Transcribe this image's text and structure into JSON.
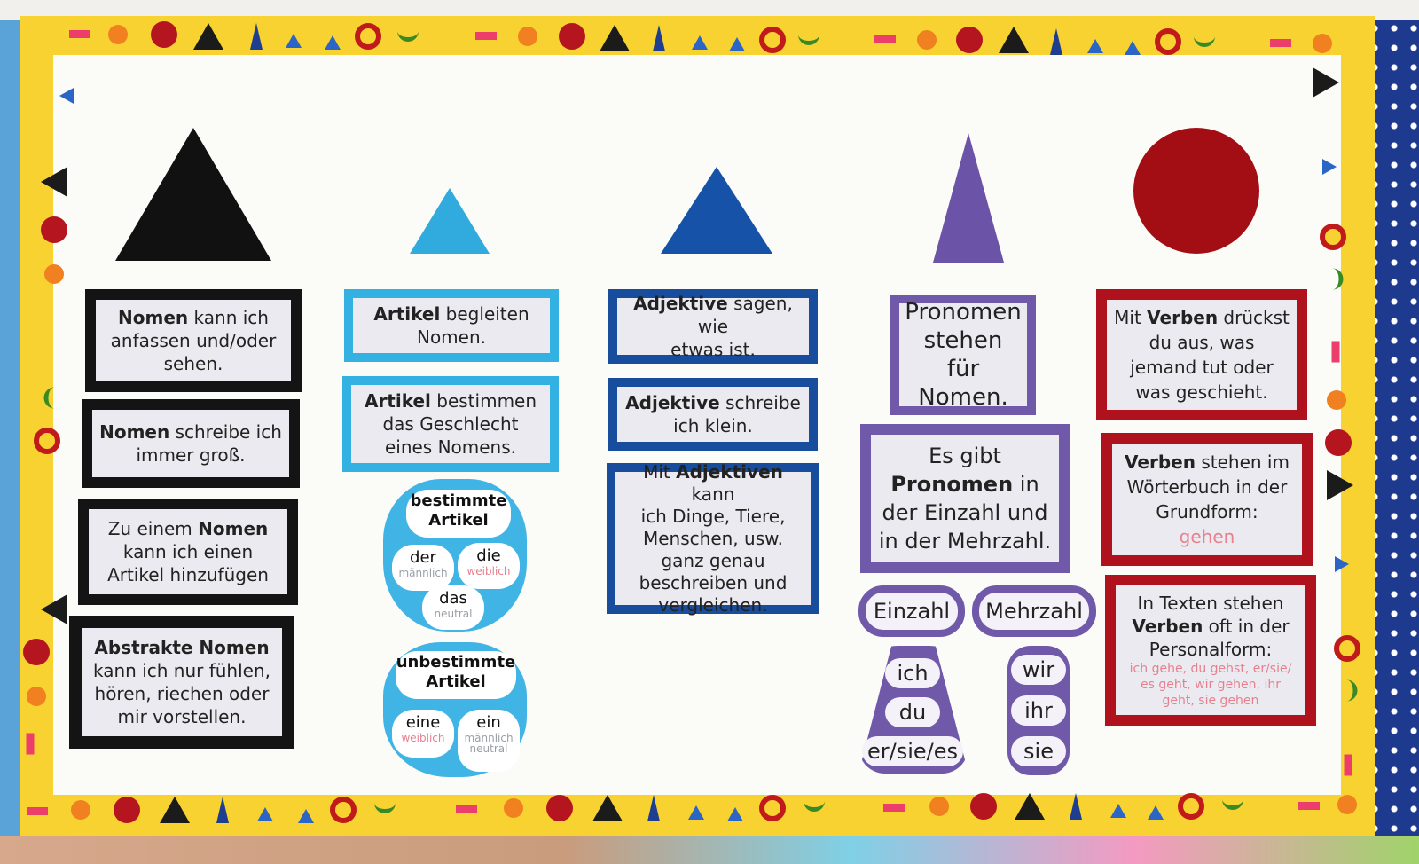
{
  "board": {
    "nomen": {
      "card1": {
        "bold": "Nomen",
        "rest1": " kann ich",
        "line2": "anfassen und/oder",
        "line3": "sehen."
      },
      "card2": {
        "bold": "Nomen",
        "rest1": " schreibe ich",
        "line2": "immer groß."
      },
      "card3": {
        "line1a": "Zu einem ",
        "bold": "Nomen",
        "line2": "kann ich einen",
        "line3": "Artikel hinzufügen"
      },
      "card4": {
        "bold": "Abstrakte Nomen",
        "line2": "kann ich nur fühlen,",
        "line3": "hören, riechen oder",
        "line4": "mir vorstellen."
      }
    },
    "artikel": {
      "card1": {
        "bold": "Artikel",
        "rest1": " begleiten",
        "line2": "Nomen."
      },
      "card2": {
        "bold": "Artikel",
        "rest1": " bestimmen",
        "line2": "das Geschlecht",
        "line3": "eines Nomens."
      },
      "bestimmte": {
        "title1": "bestimmte",
        "title2": "Artikel",
        "items": [
          {
            "word": "der",
            "gender": "männlich"
          },
          {
            "word": "die",
            "gender": "weiblich"
          },
          {
            "word": "das",
            "gender": "neutral"
          }
        ]
      },
      "unbestimmte": {
        "title1": "unbestimmte",
        "title2": "Artikel",
        "items": [
          {
            "word": "eine",
            "gender": "weiblich"
          },
          {
            "word": "ein",
            "gender": "männlich",
            "gender2": "neutral"
          }
        ]
      }
    },
    "adjektive": {
      "card1": {
        "bold": "Adjektive",
        "rest1": " sagen, wie",
        "line2": "etwas ist."
      },
      "card2": {
        "bold": "Adjektive",
        "rest1": " schreibe",
        "line2": "ich klein."
      },
      "card3": {
        "line1a": "Mit ",
        "bold": "Adjektiven",
        "rest1": " kann",
        "line2": "ich Dinge, Tiere,",
        "line3": "Menschen, usw.",
        "line4": "ganz genau",
        "line5": "beschreiben und",
        "line6": "vergleichen."
      }
    },
    "pronomen": {
      "card1": {
        "line1": "Pronomen",
        "line2": "stehen für",
        "line3": "Nomen."
      },
      "card2": {
        "line1": "Es gibt",
        "bold": "Pronomen",
        "rest2": " in",
        "line3": "der Einzahl und",
        "line4": "in der Mehrzahl."
      },
      "einzahl_label": "Einzahl",
      "mehrzahl_label": "Mehrzahl",
      "einzahl": [
        "ich",
        "du",
        "er/sie/es"
      ],
      "mehrzahl": [
        "wir",
        "ihr",
        "sie"
      ]
    },
    "verben": {
      "card1": {
        "line1a": "Mit ",
        "bold": "Verben",
        "rest1": " drückst",
        "line2": "du aus, was",
        "line3": "jemand tut oder",
        "line4": "was geschieht."
      },
      "card2": {
        "bold": "Verben",
        "rest1": " stehen im",
        "line2": "Wörterbuch in der",
        "line3": "Grundform:",
        "example": "gehen"
      },
      "card3": {
        "line1": "In Texten stehen",
        "bold": "Verben",
        "rest2": " oft in der",
        "line3": "Personalform:",
        "ex1": "ich gehe, du gehst, er/sie/",
        "ex2": "es geht, wir gehen, ihr",
        "ex3": "geht, sie gehen"
      }
    }
  },
  "colors": {
    "frame": "#f7d230",
    "noun": "#111111",
    "article": "#31aade",
    "adjective": "#1652a8",
    "pronoun": "#6b53a7",
    "verb": "#a30d14"
  }
}
